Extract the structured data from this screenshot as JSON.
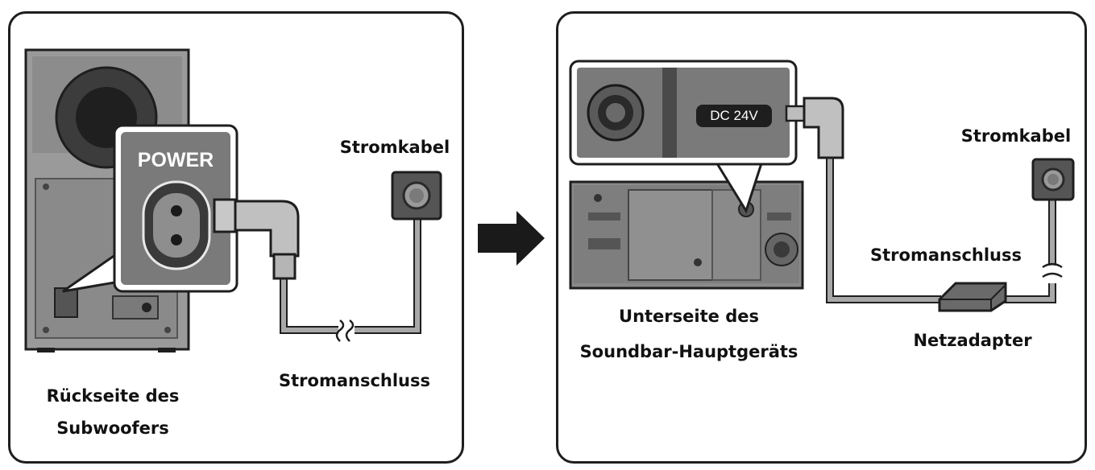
{
  "left_panel": {
    "port_label": "POWER",
    "outlet_label": "Stromkabel",
    "cable_label": "Stromanschluss",
    "caption_line1": "Rückseite des",
    "caption_line2": "Subwoofers"
  },
  "right_panel": {
    "port_label": "DC 24V",
    "outlet_label": "Stromkabel",
    "cable_label": "Stromanschluss",
    "adapter_label": "Netzadapter",
    "caption_line1": "Unterseite des",
    "caption_line2": "Soundbar-Hauptgeräts"
  },
  "colors": {
    "outline": "#1e1e1e",
    "device_gray": "#7a7a7a",
    "cable_gray": "#a8a8a8",
    "arrow": "#1a1a1a"
  }
}
